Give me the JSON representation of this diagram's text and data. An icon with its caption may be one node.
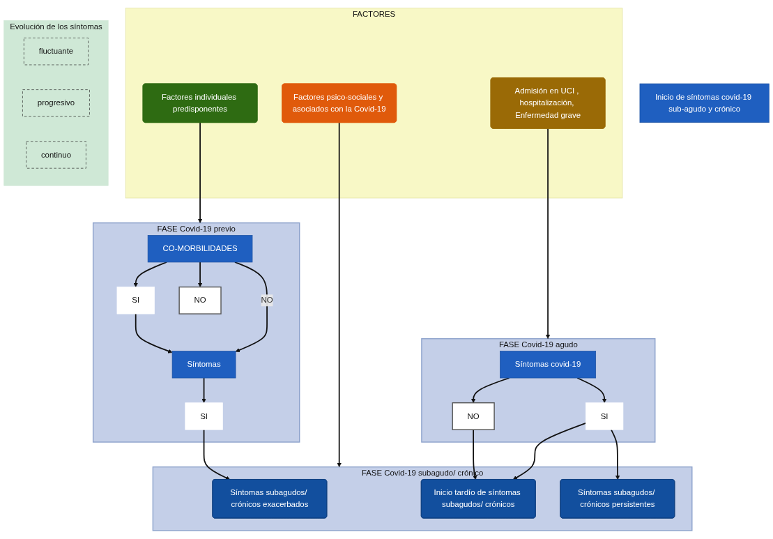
{
  "diagram": {
    "nodes": [
      {
        "text": [
          "FASE Covid-19 previo"
        ]
      },
      {
        "text": [
          "CO-MORBILIDADES"
        ],
        "in": 0
      },
      {
        "text": [
          "SI"
        ],
        "in": 0
      },
      {
        "text": [
          "Síntomas"
        ],
        "in": 0
      },
      {
        "text": [
          "SI"
        ],
        "in": 0
      },
      {
        "text": [
          "NO"
        ],
        "in": 0
      },
      {
        "text": [
          "FASE Covid-19 agudo"
        ]
      },
      {
        "text": [
          "Síntomas covid-19"
        ],
        "in": 6
      },
      {
        "text": [
          "NO"
        ],
        "in": 6
      },
      {
        "text": [
          "SI"
        ],
        "in": 6
      },
      {
        "text": [
          "Inicio de síntomas covid-19 sub-agudo y crónico"
        ]
      },
      {
        "text": [
          "FASE Covid-19 subagudo/ crónico"
        ]
      },
      {
        "text": [
          "Síntomas subagudos/ crónicos exacerbados"
        ],
        "in": 11
      },
      {
        "text": [
          "Inicio tardío de síntomas subagudos/ crónicos"
        ],
        "in": 11
      },
      {
        "text": [
          "Síntomas subagudos/ crónicos persistentes"
        ],
        "in": 11
      },
      {
        "text": [
          "FACTORES"
        ]
      },
      {
        "text": [
          "Factores individuales predisponentes"
        ],
        "in": 15
      },
      {
        "text": [
          "Admisión en UCI , hospitalización, Enfermedad grave"
        ],
        "in": 15
      },
      {
        "text": [
          "Factores psico-sociales y asociados con la Covid-19"
        ],
        "in": 15
      },
      {
        "text": [
          "Evolución de los síntomas"
        ]
      },
      {
        "text": [
          "fluctuante"
        ],
        "in": 19
      },
      {
        "text": [
          "progresivo"
        ],
        "in": 19
      },
      {
        "text": [
          "continuo"
        ],
        "in": 19
      }
    ],
    "edges": [
      {
        "from": 1,
        "to": 2,
        "arrow": "to"
      },
      {
        "from": 2,
        "to": 3,
        "arrow": "to"
      },
      {
        "from": 1,
        "to": 3,
        "arrow": "to",
        "label": "NO"
      },
      {
        "from": 3,
        "to": 4,
        "arrow": "to"
      },
      {
        "from": 1,
        "to": 5,
        "arrow": "to"
      },
      {
        "from": 4,
        "to": 12,
        "arrow": "to"
      },
      {
        "from": 7,
        "to": 8,
        "arrow": "to"
      },
      {
        "from": 7,
        "to": 9,
        "arrow": "to"
      },
      {
        "from": 8,
        "to": 13,
        "arrow": "to"
      },
      {
        "from": 9,
        "to": 13,
        "arrow": "to"
      },
      {
        "from": 9,
        "to": 14,
        "arrow": "to"
      },
      {
        "from": 16,
        "to": 0,
        "arrow": "to"
      },
      {
        "from": 17,
        "to": 6,
        "arrow": "to"
      },
      {
        "from": 18,
        "to": 11,
        "arrow": "to"
      }
    ]
  }
}
